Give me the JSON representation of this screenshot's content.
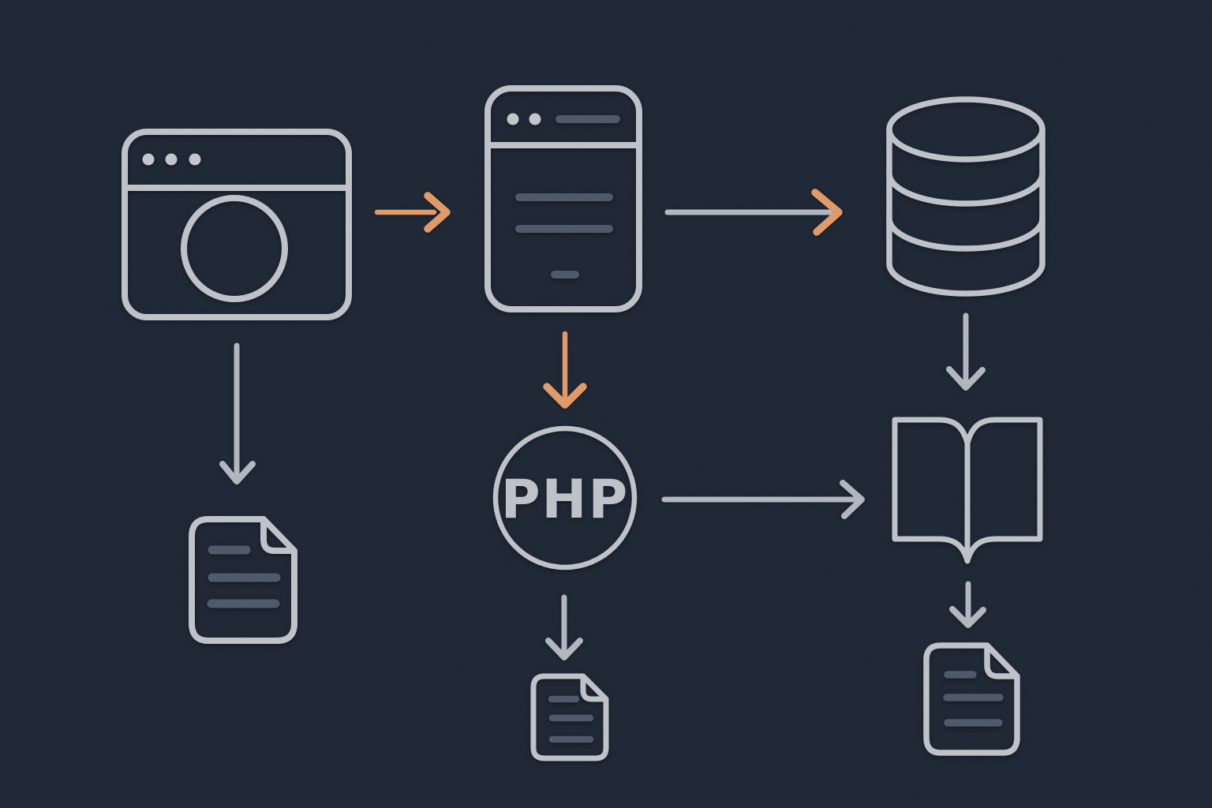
{
  "colors": {
    "bg": "#1c2533",
    "stroke_light": "#bfc3c9",
    "stroke_arrow": "#b2b7bf",
    "detail_slate": "#4c5768",
    "dot_light": "#c3c7cd",
    "accent_orange": "#e29a66"
  },
  "diagram": {
    "type": "flow-diagram",
    "nodes": {
      "browser": {
        "name": "web-browser-window"
      },
      "server": {
        "name": "web-server"
      },
      "database": {
        "name": "database-cylinder"
      },
      "php": {
        "name": "php-interpreter",
        "label": "PHP"
      },
      "book": {
        "name": "open-book"
      },
      "doc_browser": {
        "name": "document-output-left"
      },
      "doc_php": {
        "name": "document-output-middle"
      },
      "doc_book": {
        "name": "document-output-right"
      }
    },
    "edges": [
      {
        "from": "browser",
        "to": "server",
        "direction": "right",
        "style": "orange"
      },
      {
        "from": "server",
        "to": "database",
        "direction": "right",
        "style": "gray-shaft-orange-head"
      },
      {
        "from": "server",
        "to": "php",
        "direction": "down",
        "style": "orange"
      },
      {
        "from": "browser",
        "to": "doc_browser",
        "direction": "down",
        "style": "gray"
      },
      {
        "from": "database",
        "to": "book",
        "direction": "down",
        "style": "gray"
      },
      {
        "from": "php",
        "to": "book",
        "direction": "right",
        "style": "gray"
      },
      {
        "from": "php",
        "to": "doc_php",
        "direction": "down",
        "style": "gray"
      },
      {
        "from": "book",
        "to": "doc_book",
        "direction": "down",
        "style": "gray"
      }
    ]
  }
}
